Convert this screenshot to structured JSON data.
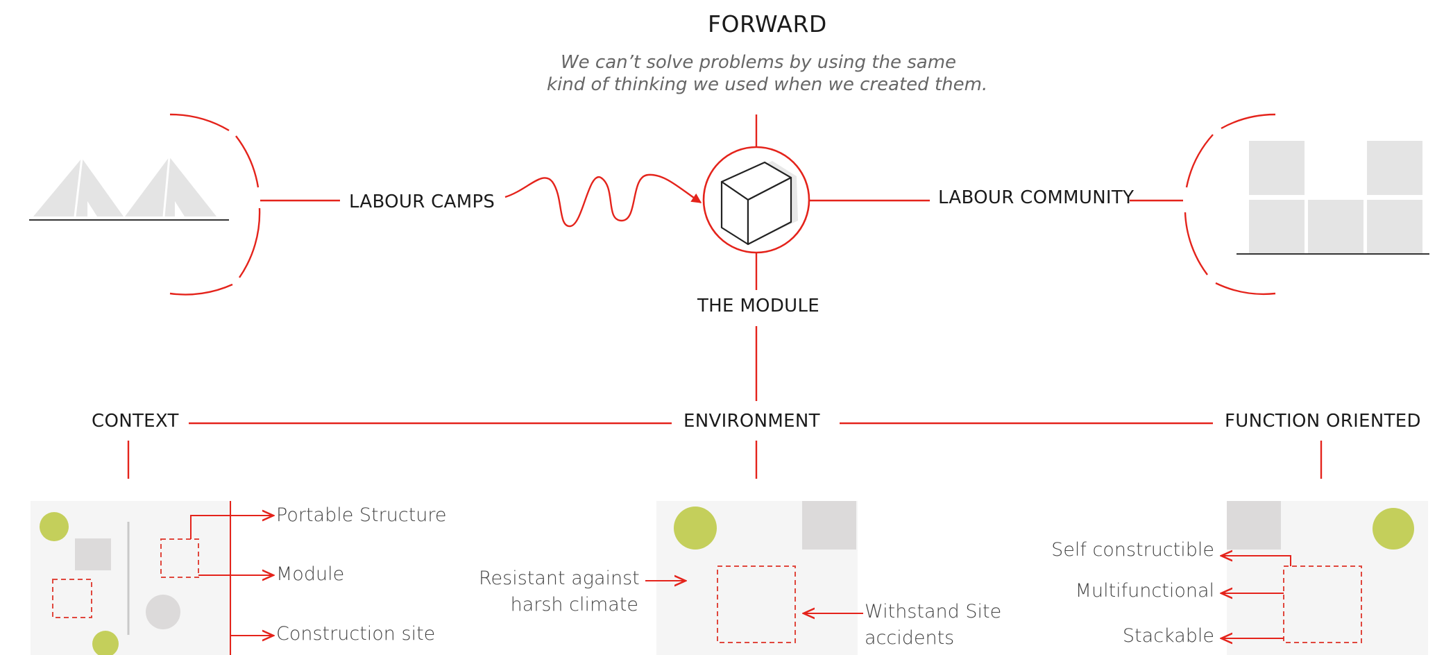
{
  "header": {
    "title": "FORWARD",
    "quote_line1": "We can’t solve problems by using the same",
    "quote_line2": "kind of thinking we used when we created them."
  },
  "top_row": {
    "left_label": "LABOUR CAMPS",
    "center_label": "THE MODULE",
    "right_label": "LABOUR COMMUNITY"
  },
  "axis": {
    "left_label": "CONTEXT",
    "center_label": "ENVIRONMENT",
    "right_label": "FUNCTION ORIENTED"
  },
  "context_panel": {
    "notes": [
      "Portable Structure",
      "Module",
      "Construction site"
    ]
  },
  "environment_panel": {
    "left_note_line1": "Resistant  against",
    "left_note_line2": "harsh climate",
    "right_note_line1": "Withstand Site",
    "right_note_line2": "accidents"
  },
  "function_panel": {
    "notes": [
      "Self constructible",
      "Multifunctional",
      "Stackable"
    ]
  },
  "colors": {
    "accent_red": "#e4231b",
    "dashed_red": "#e0463c",
    "panel_bg": "#f5f5f5",
    "grey_block": "#dcdada",
    "lime_dot": "#c4cf5b"
  },
  "icons": [
    "tent-icon",
    "module-cube-icon",
    "stacked-blocks-icon"
  ]
}
